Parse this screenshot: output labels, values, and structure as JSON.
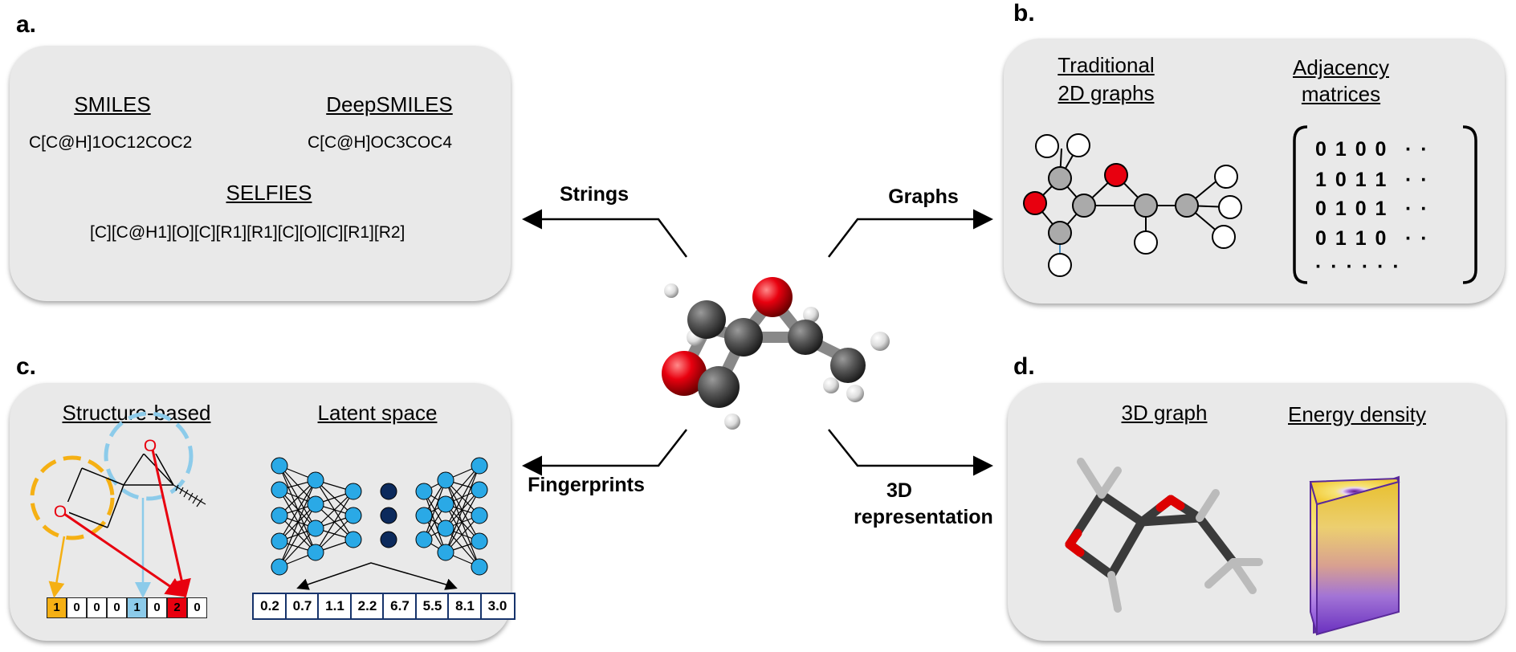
{
  "panel_a": {
    "label": "a.",
    "smiles": {
      "title": "SMILES",
      "value": "C[C@H]1OC12COC2"
    },
    "deepsmiles": {
      "title": "DeepSMILES",
      "value": "C[C@H]OC3COC4"
    },
    "selfies": {
      "title": "SELFIES",
      "value": "[C][C@H1][O][C][R1][R1][C][O][C][R1][R2]"
    }
  },
  "panel_b": {
    "label": "b.",
    "graphs_title_1": "Traditional",
    "graphs_title_2": "2D graphs",
    "matrix_title_1": "Adjacency",
    "matrix_title_2": "matrices",
    "matrix_rows": [
      "0 1 0 0",
      "1 0 1 1",
      "0 1 0 1",
      "0 1 1 0"
    ],
    "matrix_dots": "·  ·",
    "matrix_last_row": "·  ·  ·  ·  ·  ·"
  },
  "panel_c": {
    "label": "c.",
    "structure_title": "Structure-based",
    "latent_title": "Latent space",
    "atom_o": "O",
    "fingerprint_bits": [
      "1",
      "0",
      "0",
      "0",
      "1",
      "0",
      "2",
      "0"
    ],
    "latent_values": [
      "0.2",
      "0.7",
      "1.1",
      "2.2",
      "6.7",
      "5.5",
      "8.1",
      "3.0"
    ]
  },
  "panel_d": {
    "label": "d.",
    "graph3d_title": "3D graph",
    "energy_title": "Energy density"
  },
  "arrows": {
    "strings": "Strings",
    "graphs": "Graphs",
    "fingerprints": "Fingerprints",
    "rep3d_1": "3D",
    "rep3d_2": "representation"
  },
  "colors": {
    "panel_bg": "#e9e9e9",
    "oxygen": "#e8000f",
    "carbon": "#555555",
    "hydrogen": "#f2f2f2",
    "nn_node": "#2aa9e6",
    "nn_latent": "#0c2a5c",
    "highlight_orange": "#f5b014",
    "highlight_blue": "#8ccbea",
    "highlight_red": "#e8000f"
  }
}
